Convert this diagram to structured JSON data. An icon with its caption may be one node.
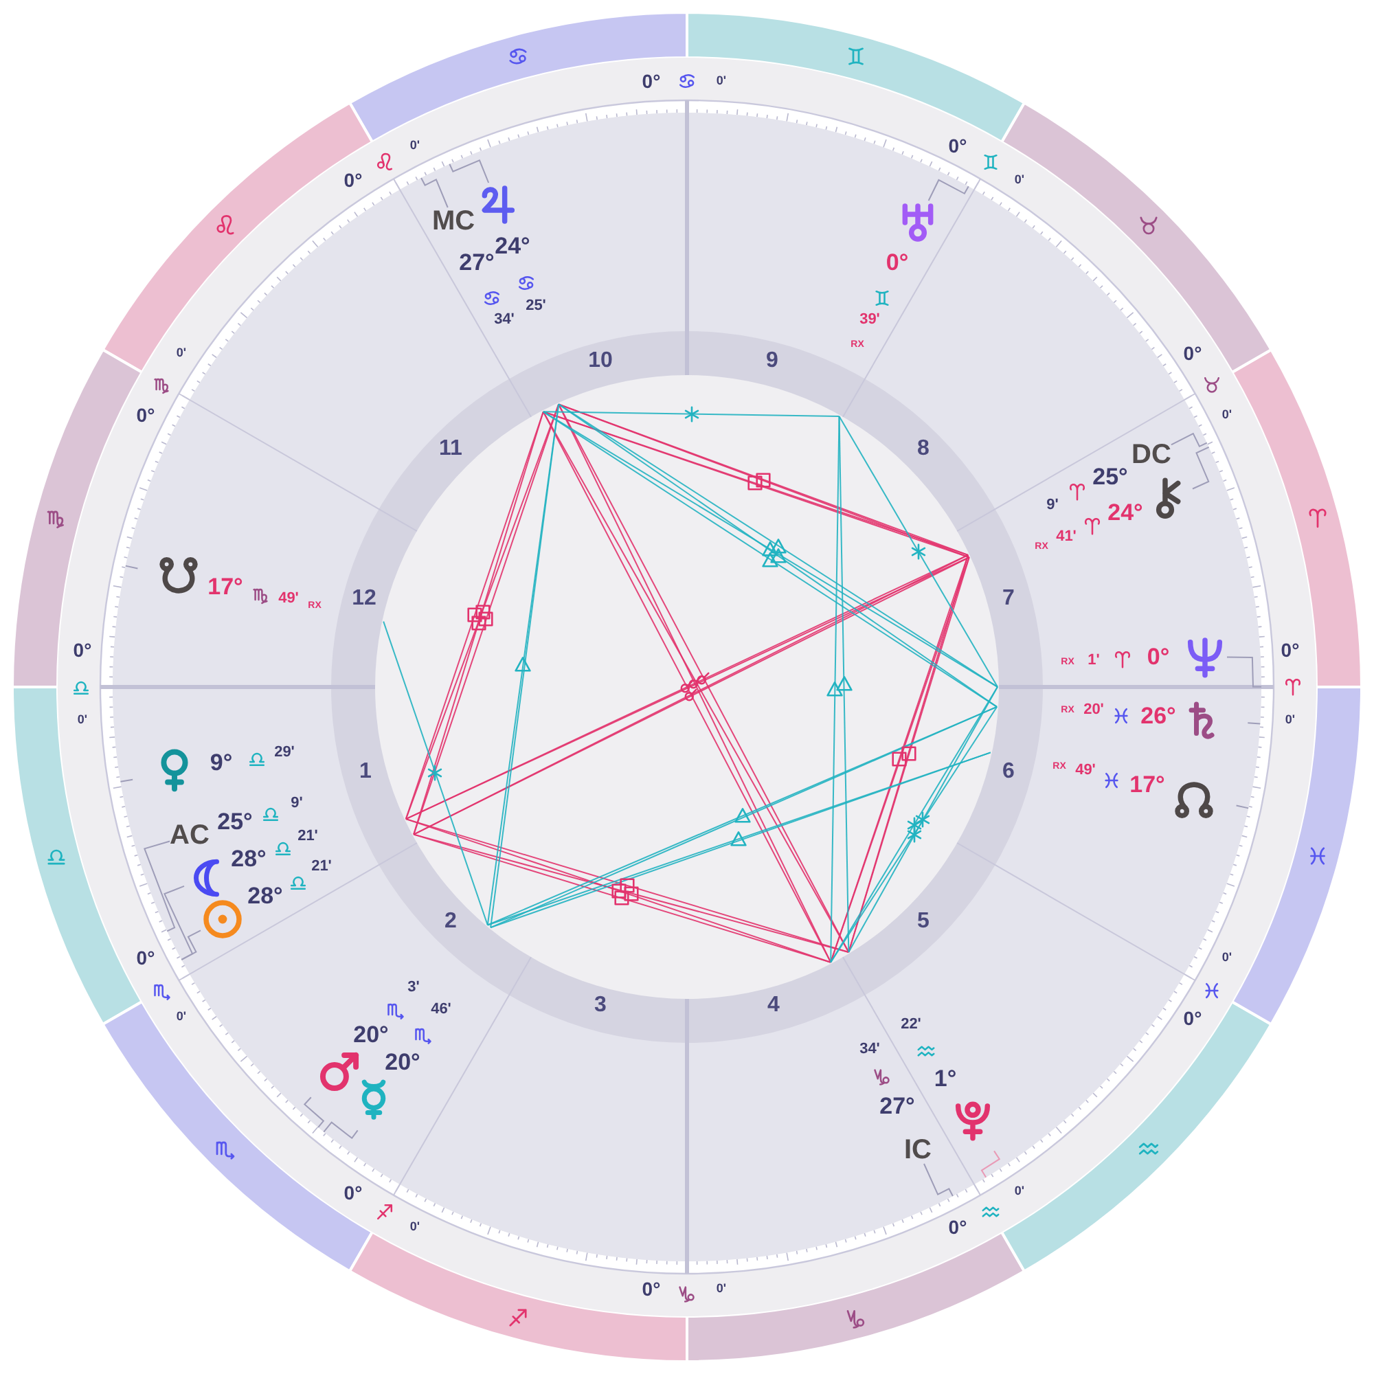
{
  "diagram": {
    "nodes": [
      {
        "text": [],
        "shape": "picture",
        "beside": [
          "24°",
          "25'"
        ]
      },
      {
        "text": [
          "MC"
        ],
        "beside": [
          "27°",
          "34'"
        ]
      },
      {
        "text": [],
        "shape": "picture",
        "beside": [
          "0°",
          "39'",
          "RX"
        ]
      },
      {
        "text": [
          "DC"
        ],
        "beside": [
          "25°",
          "9'"
        ]
      },
      {
        "text": [],
        "shape": "picture",
        "beside": [
          "24°",
          "41'",
          "RX"
        ]
      },
      {
        "text": [],
        "shape": "picture",
        "beside": [
          "0°",
          "1'",
          "RX"
        ]
      },
      {
        "text": [
          "AC"
        ],
        "beside": [
          "25°",
          "9'"
        ]
      },
      {
        "text": [],
        "shape": "picture",
        "beside": [
          "28°",
          "21'"
        ]
      },
      {
        "text": [],
        "shape": "picture",
        "beside": [
          "28°",
          "21'"
        ]
      },
      {
        "text": [
          "IC"
        ],
        "beside": [
          "27°",
          "34'"
        ]
      }
    ],
    "edges": [
      {
        "from": 0,
        "to": null,
        "arrow": "none"
      },
      {
        "from": 1,
        "to": null,
        "arrow": "none"
      },
      {
        "from": 2,
        "to": null,
        "arrow": "none"
      },
      {
        "from": 3,
        "to": null,
        "arrow": "none"
      },
      {
        "from": 4,
        "to": null,
        "arrow": "none"
      },
      {
        "from": 5,
        "to": null,
        "arrow": "none"
      },
      {
        "from": 6,
        "to": null,
        "arrow": "none"
      },
      {
        "from": 7,
        "to": null,
        "arrow": "none"
      },
      {
        "from": 8,
        "to": null,
        "arrow": "none"
      },
      {
        "from": 9,
        "to": null,
        "arrow": "none"
      }
    ],
    "labels": [
      "0°",
      "0'",
      "0°",
      "0'",
      "0°",
      "0'",
      "0°",
      "0'",
      "0°",
      "0'",
      "10",
      "9",
      "11",
      "8",
      "17°",
      "49'",
      "RX",
      "12",
      "7",
      "0°",
      "0'",
      "0°",
      "0'",
      "RX",
      "20'",
      "26°",
      "9°",
      "29'",
      "RX",
      "49'",
      "17°",
      "1",
      "6",
      "2",
      "5",
      "0°",
      "0'",
      "0°",
      "0'",
      "20°",
      "3'",
      "20°",
      "46'",
      "3",
      "4",
      "22'",
      "1°",
      "0°",
      "0'",
      "0°",
      "0'",
      "0°",
      "0'"
    ]
  }
}
